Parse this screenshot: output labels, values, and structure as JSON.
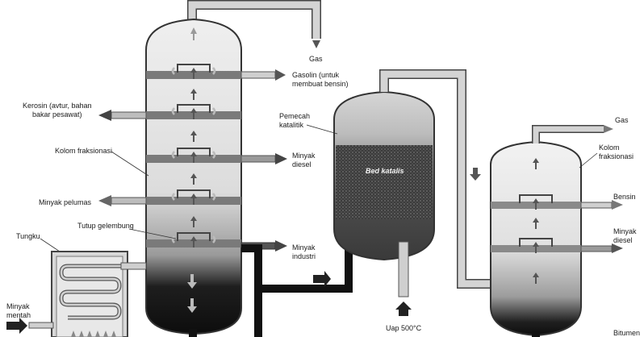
{
  "labels": {
    "gas_top": "Gas",
    "gasoline_1": "Gasolin (untuk",
    "gasoline_2": "membuat bensin)",
    "kerosene_1": "Kerosin (avtur, bahan",
    "kerosene_2": "bakar pesawat)",
    "column": "Kolom fraksionasi",
    "diesel_1": "Minyak",
    "diesel_2": "diesel",
    "lube_oil": "Minyak pelumas",
    "bubble_cap": "Tutup gelembung",
    "furnace": "Tungku",
    "industrial_1": "Minyak",
    "industrial_2": "industri",
    "crude_1": "Minyak",
    "crude_2": "mentah",
    "cracker_1": "Pemecah",
    "cracker_2": "katalitik",
    "catalyst_bed": "Bed katalis",
    "steam": "Uap 500°C",
    "gas_right": "Gas",
    "column_right_1": "Kolom",
    "column_right_2": "fraksionasi",
    "bensin": "Bensin",
    "diesel_right_1": "Minyak",
    "diesel_right_2": "diesel",
    "bitumen": "Bitumen"
  },
  "colors": {
    "pipe": "#cfcfcf",
    "pipe_outline": "#444444",
    "residue": "#111111",
    "arrow": "#333333",
    "tray": "#7a7a7a"
  }
}
